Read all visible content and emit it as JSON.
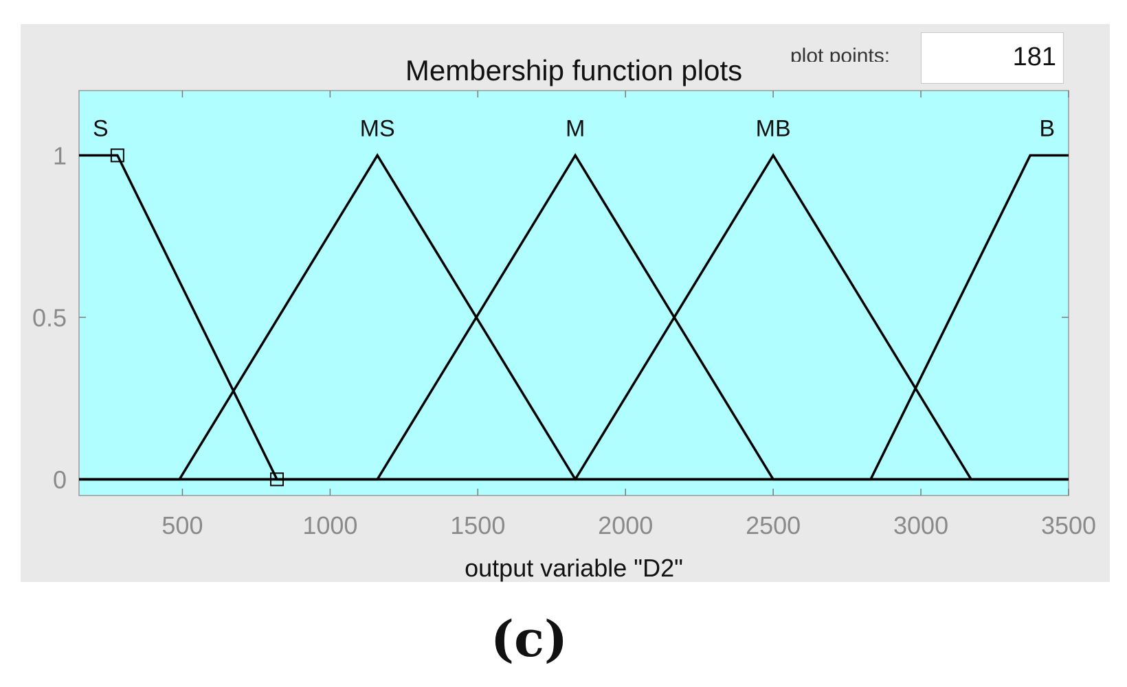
{
  "panel": {
    "plot_points_label": "plot points:",
    "plot_points_value": "181"
  },
  "caption": "(c)",
  "colors": {
    "plot_bg": "#b0feff",
    "panel_bg": "#e9e9e9",
    "line": "#000000",
    "tick_text": "#8a8a8a"
  },
  "chart_data": {
    "type": "line",
    "title": "Membership function plots",
    "xlabel": "output variable \"D2\"",
    "ylabel": "",
    "xlim": [
      150,
      3500
    ],
    "ylim": [
      -0.05,
      1.2
    ],
    "xticks": [
      500,
      1000,
      1500,
      2000,
      2500,
      3000,
      3500
    ],
    "yticks": [
      0,
      0.5,
      1
    ],
    "ytick_labels": [
      "0",
      "0.5",
      "1"
    ],
    "grid": false,
    "series": [
      {
        "name": "S",
        "x": [
          150,
          280,
          820,
          3500
        ],
        "y": [
          1,
          1,
          0,
          0
        ]
      },
      {
        "name": "MS",
        "x": [
          150,
          490,
          1160,
          1830,
          3500
        ],
        "y": [
          0,
          0,
          1,
          0,
          0
        ]
      },
      {
        "name": "M",
        "x": [
          150,
          1160,
          1830,
          2500,
          3500
        ],
        "y": [
          0,
          0,
          1,
          0,
          0
        ]
      },
      {
        "name": "MB",
        "x": [
          150,
          1830,
          2500,
          3170,
          3500
        ],
        "y": [
          0,
          0,
          1,
          0,
          0
        ]
      },
      {
        "name": "B",
        "x": [
          150,
          2830,
          3370,
          3500
        ],
        "y": [
          0,
          0,
          1,
          1
        ]
      }
    ],
    "markers": [
      {
        "x": 280,
        "y": 1
      },
      {
        "x": 820,
        "y": 0
      }
    ]
  }
}
